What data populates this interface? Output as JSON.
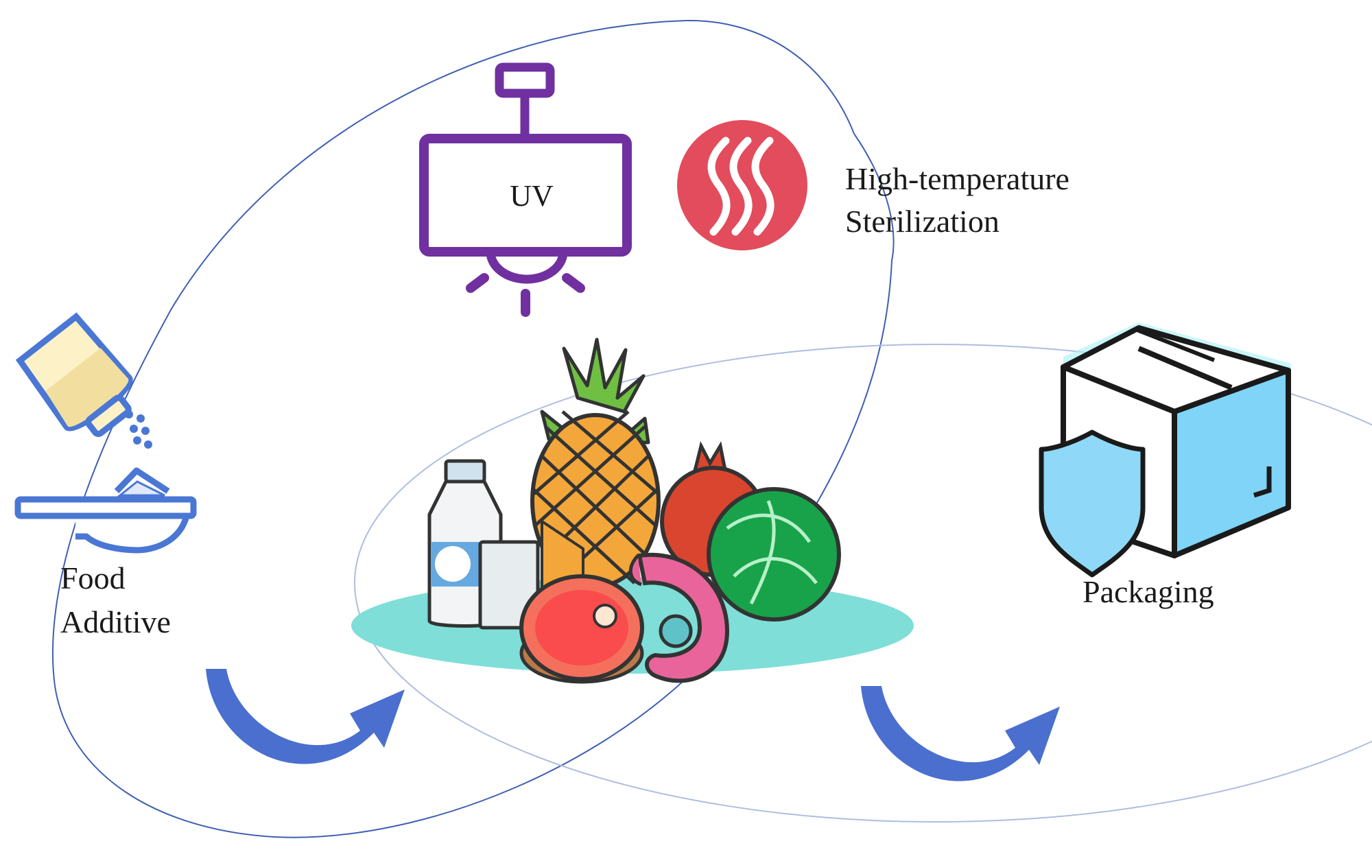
{
  "diagram": {
    "labels": {
      "uv": "UV",
      "high_temp_line1": "High-temperature",
      "high_temp_line2": "Sterilization",
      "food_additive_line1": "Food",
      "food_additive_line2": "Additive",
      "packaging": "Packaging"
    },
    "colors": {
      "ellipse_stroke_dark": "#3f5fb3",
      "ellipse_stroke_light": "#aebde0",
      "arrow": "#4a6fcf",
      "uv_lamp": "#7030a0",
      "sterilization_circle": "#e24c5c",
      "plate": "#7fded8",
      "box_fill": "#7fd4f7",
      "box_glow": "#a8f0f5",
      "additive_blue": "#4a77d4",
      "additive_cream": "#fdf1c8"
    },
    "icons": [
      "uv-lamp-icon",
      "steam-icon",
      "salt-shaker-icon",
      "bowl-icon",
      "food-group-icon",
      "package-box-icon",
      "shield-icon"
    ]
  }
}
